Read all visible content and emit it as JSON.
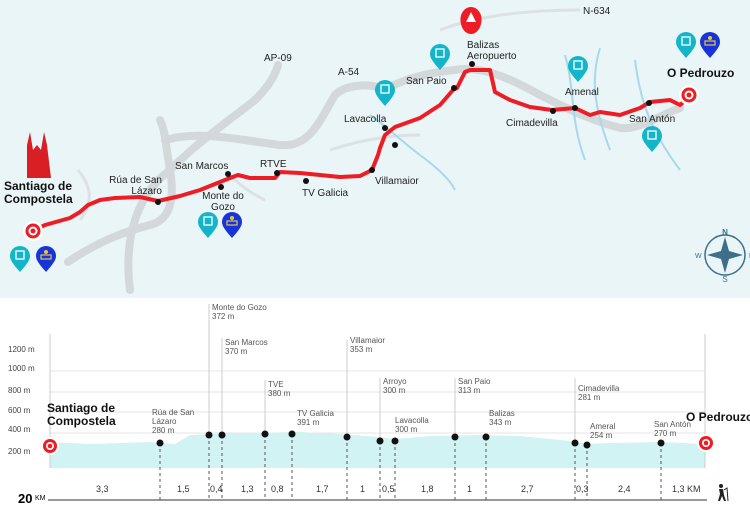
{
  "map": {
    "roads": [
      "AP-09",
      "A-54",
      "N-634"
    ],
    "start": "Santiago de Compostela",
    "end": "O Pedrouzo",
    "places": [
      "Rúa de San Lázaro",
      "San Marcos",
      "Monte do Gozo",
      "RTVE",
      "TV Galicia",
      "Villamaior",
      "Lavacolla",
      "San Paio",
      "Balizas Aeropuerto",
      "Cimadevilla",
      "Amenal",
      "San Antón"
    ],
    "compass": [
      "N",
      "S",
      "E",
      "W"
    ],
    "colors": {
      "route": "#ee1c25",
      "road": "#d3d8da",
      "river": "#a8d8ea",
      "hostel_pin": "#13b5c9",
      "hotel_pin": "#1634d8",
      "background": "#eaf5f8"
    }
  },
  "profile": {
    "y_ticks": [
      "1200 m",
      "1000 m",
      "800 m",
      "600 m",
      "400 m",
      "200 m"
    ],
    "start": "Santiago de Compostela",
    "end": "O Pedrouzo",
    "points": [
      {
        "name": "Rúa de San Lázaro",
        "elev": "280 m"
      },
      {
        "name": "Monte do Gozo",
        "elev": "372 m"
      },
      {
        "name": "San Marcos",
        "elev": "370 m"
      },
      {
        "name": "TVE",
        "elev": "380 m"
      },
      {
        "name": "TV Galicia",
        "elev": "391 m"
      },
      {
        "name": "Villamaior",
        "elev": "353 m"
      },
      {
        "name": "Arroyo",
        "elev": "300 m"
      },
      {
        "name": "Lavacolla",
        "elev": "300 m"
      },
      {
        "name": "San Paio",
        "elev": "313 m"
      },
      {
        "name": "Balizas",
        "elev": "343 m"
      },
      {
        "name": "Cimadevilla",
        "elev": "281 m"
      },
      {
        "name": "Ameral",
        "elev": "254 m"
      },
      {
        "name": "San Antón",
        "elev": "270 m"
      }
    ],
    "segments_km": [
      "3,3",
      "1,5",
      "0,4",
      "1,3",
      "0,8",
      "1,7",
      "1",
      "0,5",
      "1,8",
      "1",
      "2,7",
      "0,3",
      "2,4",
      "1,3 KM"
    ],
    "total": "20",
    "total_unit": "KM"
  }
}
